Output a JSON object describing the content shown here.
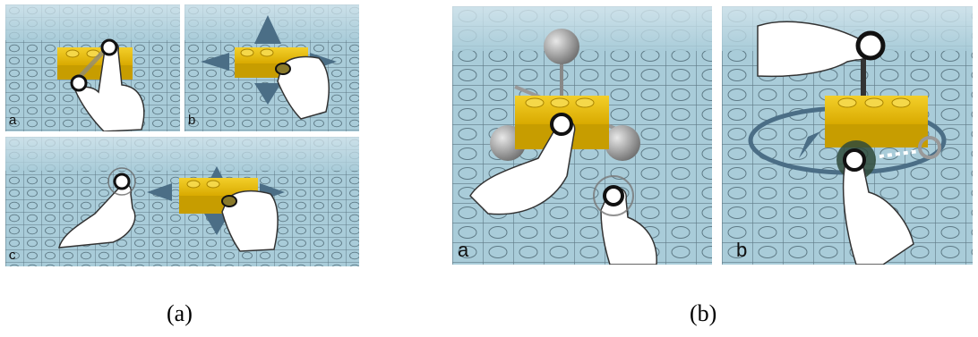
{
  "figure": {
    "left_group": {
      "caption": "(a)",
      "panels": [
        {
          "id": "a",
          "label": "a"
        },
        {
          "id": "b",
          "label": "b"
        },
        {
          "id": "c",
          "label": "c"
        }
      ]
    },
    "right_group": {
      "caption": "(b)",
      "panels": [
        {
          "id": "a",
          "label": "a"
        },
        {
          "id": "b",
          "label": "b"
        }
      ]
    }
  },
  "colors": {
    "floor": "#9fc4d3",
    "grid_line": "#5e7a86",
    "brick": "#e0b400",
    "brick_dark": "#a88300",
    "arrow": "#4b6e86",
    "gizmo_sphere": "#9a9a9a",
    "hand": "#ffffff",
    "touch_ring": "#222222"
  }
}
